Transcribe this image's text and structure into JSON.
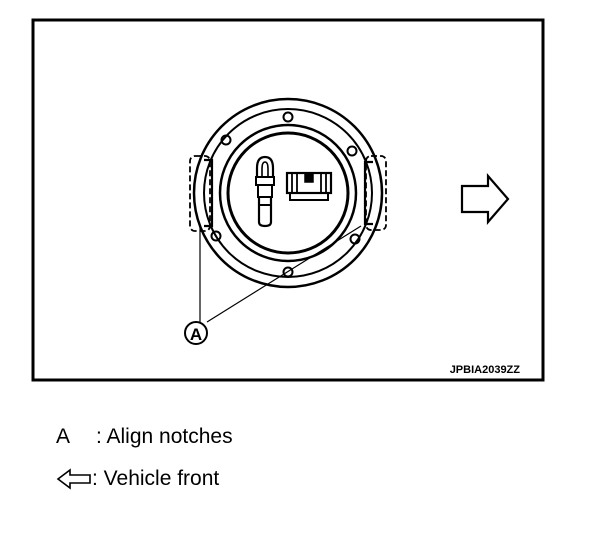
{
  "figure": {
    "code": "JPBIA2039ZZ",
    "callout_letter": "A"
  },
  "legend": [
    {
      "key": "A",
      "text": ": Align notches"
    },
    {
      "key_icon": "left-arrow-outline-icon",
      "text": ": Vehicle front"
    }
  ],
  "icons": {
    "vehicle_front_arrow": "right-arrow-outline-icon",
    "legend_arrow": "left-arrow-outline-icon"
  }
}
